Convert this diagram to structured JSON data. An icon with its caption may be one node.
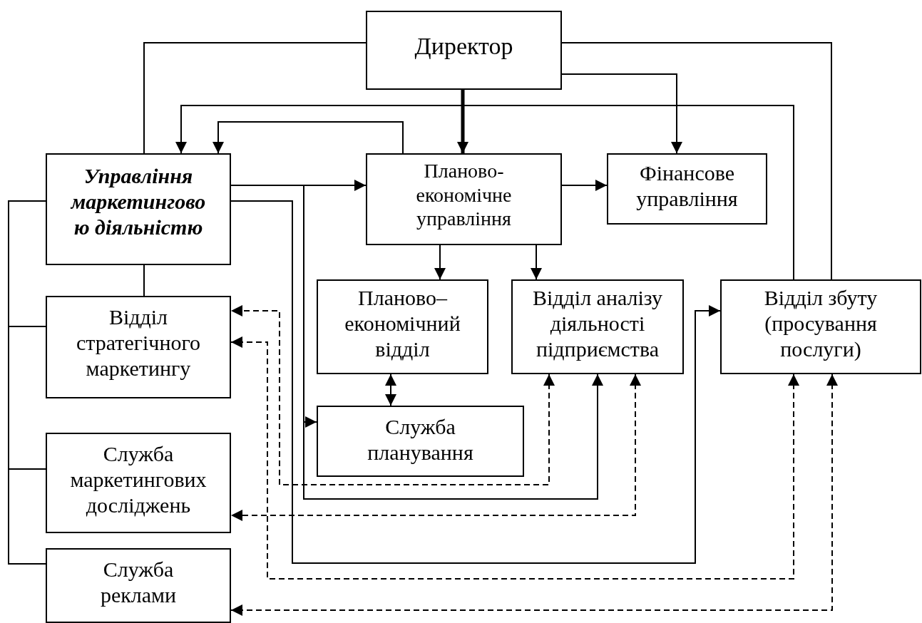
{
  "diagram": {
    "nodes": [
      {
        "text": [
          "Директор"
        ]
      },
      {
        "text": [
          "Управління маркетингово ю діяльністю"
        ]
      },
      {
        "text": [
          "Планово- економічне управління"
        ]
      },
      {
        "text": [
          "Фінансове управління"
        ]
      },
      {
        "text": [
          "Планово– економічний відділ"
        ]
      },
      {
        "text": [
          "Відділ аналізу діяльності підприємства"
        ]
      },
      {
        "text": [
          "Відділ збуту (просування послуги)"
        ]
      },
      {
        "text": [
          "Відділ стратегічного маркетингу"
        ]
      },
      {
        "text": [
          "Служба планування"
        ]
      },
      {
        "text": [
          "Служба маркетингових досліджень"
        ]
      },
      {
        "text": [
          "Служба реклами"
        ]
      }
    ],
    "edges": [
      {
        "from": 0,
        "to": 1,
        "arrow": "none"
      },
      {
        "from": 0,
        "to": 2,
        "arrow": "to",
        "style": "thick"
      },
      {
        "from": 0,
        "to": 3,
        "arrow": "to"
      },
      {
        "from": 0,
        "to": 6,
        "arrow": "none"
      },
      {
        "from": 6,
        "to": 1,
        "arrow": "to"
      },
      {
        "from": 2,
        "to": 1,
        "arrow": "to"
      },
      {
        "from": 1,
        "to": 2,
        "arrow": "to"
      },
      {
        "from": 2,
        "to": 3,
        "arrow": "to"
      },
      {
        "from": 2,
        "to": 4,
        "arrow": "to"
      },
      {
        "from": 2,
        "to": 5,
        "arrow": "to"
      },
      {
        "from": 4,
        "to": 8,
        "arrow": "both"
      },
      {
        "from": 1,
        "to": 8,
        "arrow": "to"
      },
      {
        "from": 1,
        "to": 5,
        "arrow": "to"
      },
      {
        "from": 1,
        "to": 6,
        "arrow": "to"
      },
      {
        "from": 1,
        "to": 7,
        "arrow": "none"
      },
      {
        "from": 1,
        "to": 7,
        "arrow": "none"
      },
      {
        "from": 1,
        "to": 9,
        "arrow": "none"
      },
      {
        "from": 1,
        "to": 10,
        "arrow": "none"
      },
      {
        "from": 5,
        "to": 7,
        "arrow": "both",
        "style": "dashed"
      },
      {
        "from": 5,
        "to": 9,
        "arrow": "both",
        "style": "dashed"
      },
      {
        "from": 6,
        "to": 7,
        "arrow": "both",
        "style": "dashed"
      },
      {
        "from": 6,
        "to": 10,
        "arrow": "both",
        "style": "dashed"
      }
    ]
  }
}
